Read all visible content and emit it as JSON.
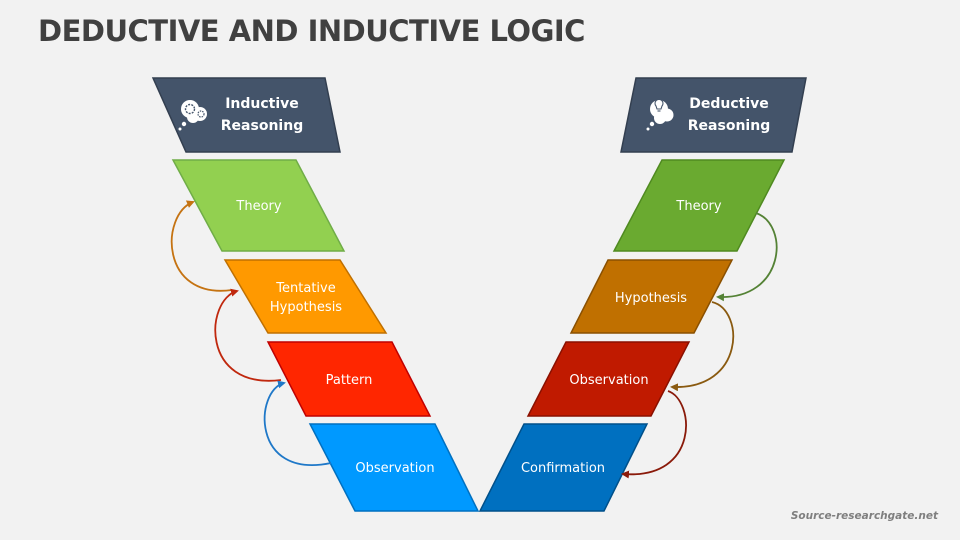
{
  "title": "DEDUCTIVE AND INDUCTIVE LOGIC",
  "source": "Source-researchgate.net",
  "inductive": {
    "header": {
      "line1": "Inductive",
      "line2": "Reasoning",
      "icon": "gears-thought-bubble-icon",
      "color": "#44546a"
    },
    "steps": [
      {
        "line1": "Theory",
        "line2": "",
        "color": "#92d050",
        "border": "#70ad47"
      },
      {
        "line1": "Tentative",
        "line2": "Hypothesis",
        "color": "#ff9900",
        "border": "#c07000"
      },
      {
        "line1": "Pattern",
        "line2": "",
        "color": "#ff2600",
        "border": "#c00000"
      },
      {
        "line1": "Observation",
        "line2": "",
        "color": "#0099ff",
        "border": "#0070c0"
      }
    ],
    "arrows": [
      {
        "from": "Tentative Hypothesis",
        "to": "Theory",
        "color": "#c57312"
      },
      {
        "from": "Pattern",
        "to": "Tentative Hypothesis",
        "color": "#c0280e"
      },
      {
        "from": "Observation",
        "to": "Pattern",
        "color": "#1f78c8"
      }
    ]
  },
  "deductive": {
    "header": {
      "line1": "Deductive",
      "line2": "Reasoning",
      "icon": "lightbulb-thought-bubble-icon",
      "color": "#44546a"
    },
    "steps": [
      {
        "line1": "Theory",
        "line2": "",
        "color": "#6aaa30",
        "border": "#4f8a20"
      },
      {
        "line1": "Hypothesis",
        "line2": "",
        "color": "#c07000",
        "border": "#8a5000"
      },
      {
        "line1": "Observation",
        "line2": "",
        "color": "#c01a00",
        "border": "#8a1000"
      },
      {
        "line1": "Confirmation",
        "line2": "",
        "color": "#0070c0",
        "border": "#00508a"
      }
    ],
    "arrows": [
      {
        "from": "Theory",
        "to": "Hypothesis",
        "color": "#548235"
      },
      {
        "from": "Hypothesis",
        "to": "Observation",
        "color": "#8a5a10"
      },
      {
        "from": "Observation",
        "to": "Confirmation",
        "color": "#8a1a0a"
      }
    ]
  }
}
